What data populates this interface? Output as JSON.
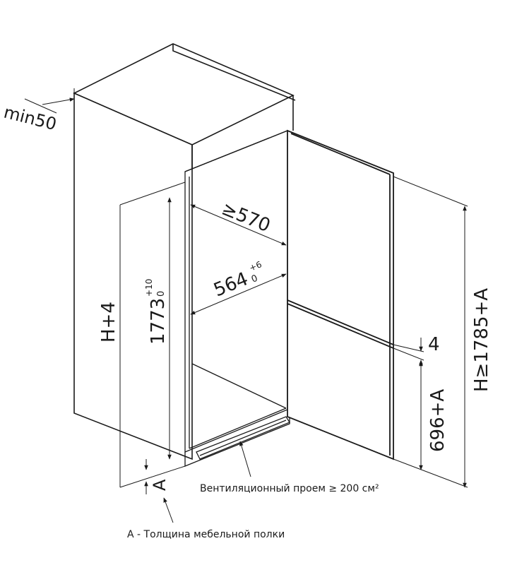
{
  "labels": {
    "min_gap": "min50",
    "width_outer": "≥570",
    "width_inner": "564",
    "width_inner_tol": "+6",
    "width_inner_tol_low": "0",
    "height_inner": "1773",
    "height_inner_tol": "+10",
    "height_inner_tol_low": "0",
    "height_niche": "H+4",
    "height_total": "H≥1785+A",
    "gap_4": "4",
    "lower_height": "696+A",
    "shelf_thickness": "A",
    "ventilation": "Вентиляционный проем ≥ 200 см²",
    "legend": "А - Толщина мебельной полки"
  },
  "colors": {
    "line": "#1a1a1a",
    "background": "#ffffff"
  }
}
